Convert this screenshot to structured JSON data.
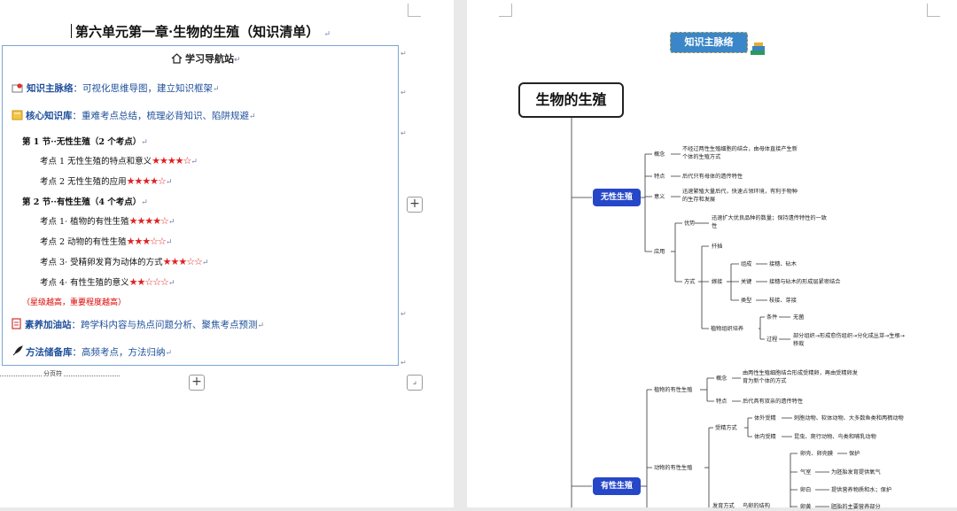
{
  "left_page": {
    "title": "第六单元第一章·生物的生殖（知识清单）",
    "nav_title": "学习导航站",
    "sections": [
      {
        "label": "知识主脉络",
        "desc": "：可视化思维导图，建立知识框架"
      },
      {
        "label": "核心知识库",
        "desc": "：重难考点总结，梳理必背知识、陷阱规避"
      }
    ],
    "subsections": [
      {
        "title": "第 1 节··无性生殖（2 个考点）"
      },
      {
        "title": "第 2 节··有性生殖（4 个考点）"
      }
    ],
    "points": [
      {
        "text": "考点 1 无性生殖的特点和意义",
        "stars": 4
      },
      {
        "text": "考点 2 无性生殖的应用",
        "stars": 4
      },
      {
        "text": "考点 1· 植物的有性生殖",
        "stars": 4
      },
      {
        "text": "考点 2 动物的有性生殖",
        "stars": 3
      },
      {
        "text": "考点 3· 受精卵发育为动体的方式",
        "stars": 3
      },
      {
        "text": "考点 4· 有性生殖的意义",
        "stars": 2
      }
    ],
    "star_note": "（星级越高，重要程度越高）",
    "sections2": [
      {
        "label": "素养加油站",
        "desc": "：跨学科内容与热点问题分析、聚焦考点预测"
      },
      {
        "label": "方法储备库",
        "desc": "：高频考点，方法归纳"
      }
    ],
    "page_break": "分页符",
    "para_mark": "↵"
  },
  "right_page": {
    "banner": "知识主脉络",
    "root": "生物的生殖",
    "asexual": {
      "label": "无性生殖",
      "concept_label": "概念",
      "concept_text": [
        "不经过两性生殖细胞的结合，由母体直接产生新",
        "个体的生殖方式"
      ],
      "feature_label": "特点",
      "feature_text": "后代只有母体的遗传特性",
      "meaning_label": "意义",
      "meaning_text": [
        "迅速繁殖大量后代，快速占领环境，有利于物种",
        "的生存和发展"
      ],
      "application_label": "应用",
      "advantage_label": "优势",
      "advantage_text": [
        "迅速扩大优良品种的数量；保持遗传特性的一致",
        "性"
      ],
      "method_label": "方式",
      "cutting": "扦插",
      "grafting": "嫁接",
      "graft_parts_label": "组成",
      "graft_parts": "接穗、砧木",
      "graft_key_label": "关键",
      "graft_key": "接穗与砧木的形成层紧密结合",
      "graft_type_label": "类型",
      "graft_type": "枝接、芽接",
      "tissue_label": "植物组织培养",
      "cond_label": "条件",
      "cond_text": "无菌",
      "process_label": "过程",
      "process_text": [
        "部分组织→形成愈伤组织→分化成丛芽→生根→",
        "移栽"
      ]
    },
    "sexual": {
      "label": "有性生殖",
      "plant_label": "植物的有性生殖",
      "p_concept_label": "概念",
      "p_concept_text": [
        "由两性生殖细胞结合形成受精卵，再由受精卵发",
        "育为新个体的方式"
      ],
      "p_feature_label": "特点",
      "p_feature_text": "后代具有双亲的遗传特性",
      "animal_label": "动物的有性生殖",
      "fert_label": "受精方式",
      "external_label": "体外受精",
      "external_text": "刺胞动物、软体动物、大多数鱼类和两栖动物",
      "internal_label": "体内受精",
      "internal_text": "昆虫、爬行动物、鸟类和哺乳动物",
      "shell_label": "卵壳、卵壳膜",
      "shell_text": "保护",
      "air_label": "气室",
      "air_text": "为胚胎发育提供氧气",
      "albumen_label": "卵白",
      "albumen_text": "提供营养物质和水；保护",
      "dev_label": "发育方式",
      "dev_text": "鸟卵的结构",
      "yolk_label": "卵黄",
      "yolk_text": "胚胎的主要营养部分"
    }
  },
  "colors": {
    "accent": "#2547c8",
    "star": "#e02020",
    "heading": "#1e4f9a",
    "banner": "#3a86c8"
  }
}
